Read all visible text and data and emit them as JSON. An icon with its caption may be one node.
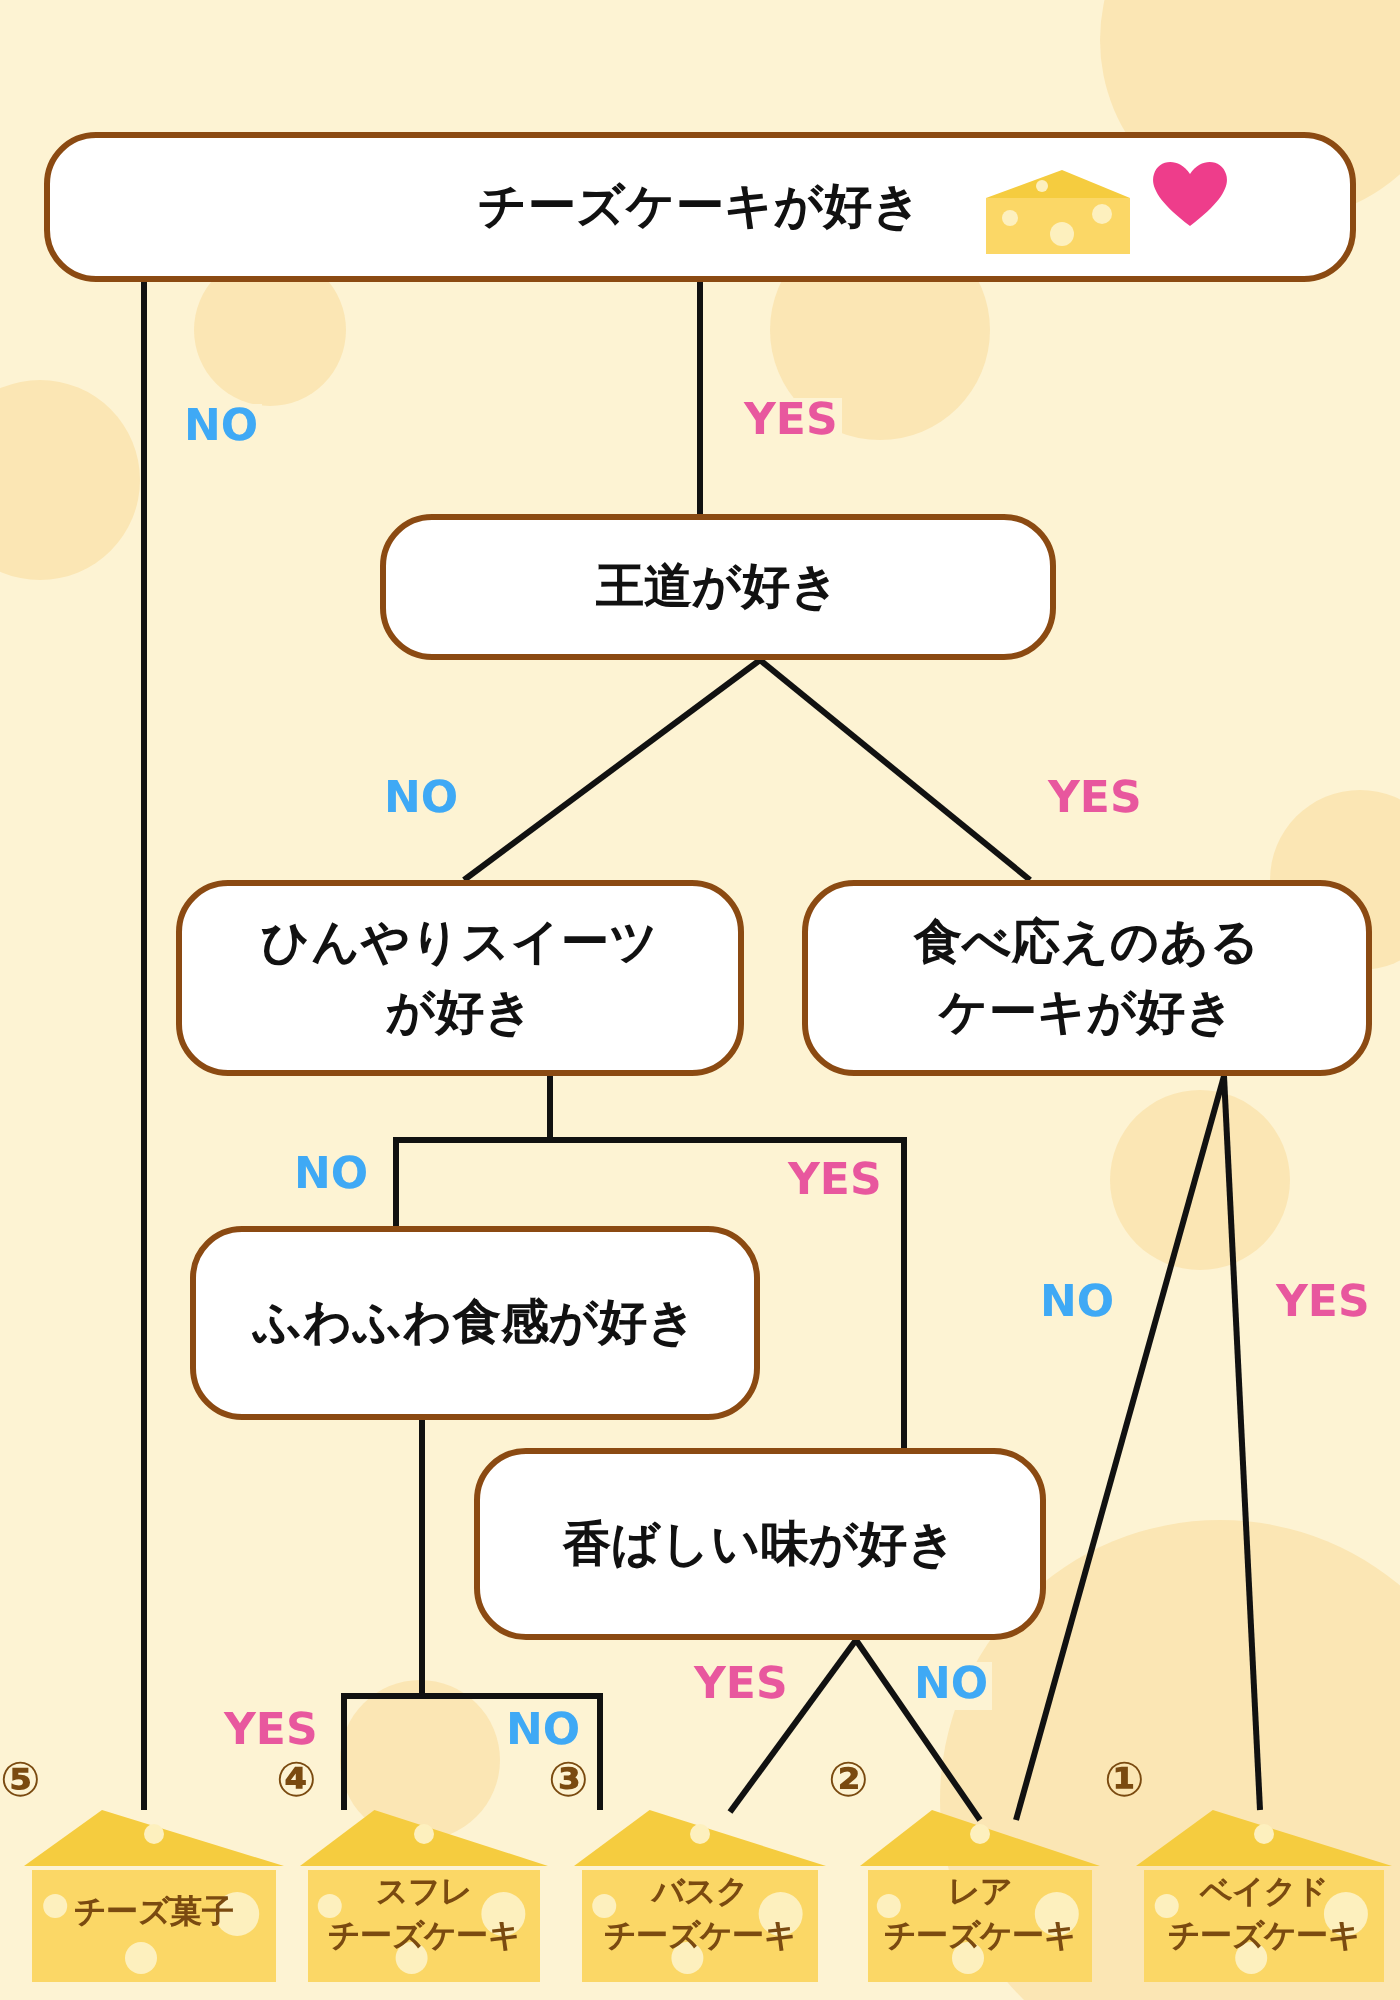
{
  "diagram": {
    "nodes": [
      {
        "text": [
          "チーズケーキが好き"
        ]
      },
      {
        "text": [
          "王道が好き"
        ]
      },
      {
        "text": [
          "ひんやりスイーツが好き"
        ]
      },
      {
        "text": [
          "食べ応えのあるケーキが好き"
        ]
      },
      {
        "text": [
          "ふわふわ食感が好き"
        ]
      },
      {
        "text": [
          "香ばしい味が好き"
        ]
      },
      {
        "text": [
          "チーズ菓子"
        ],
        "beside": [
          "⑤"
        ]
      },
      {
        "text": [
          "スフレ",
          "チーズケーキ"
        ],
        "beside": [
          "④"
        ]
      },
      {
        "text": [
          "バスク",
          "チーズケーキ"
        ],
        "beside": [
          "③"
        ]
      },
      {
        "text": [
          "レア",
          "チーズケーキ"
        ],
        "beside": [
          "②"
        ]
      },
      {
        "text": [
          "ベイクド",
          "チーズケーキ"
        ],
        "beside": [
          "①"
        ]
      }
    ],
    "edges": [
      {
        "from": 0,
        "to": 6,
        "arrow": "none",
        "label": "NO"
      },
      {
        "from": 0,
        "to": 1,
        "arrow": "none",
        "label": "YES"
      },
      {
        "from": 1,
        "to": 2,
        "arrow": "none",
        "label": "NO"
      },
      {
        "from": 1,
        "to": 3,
        "arrow": "none",
        "label": "YES"
      },
      {
        "from": 2,
        "to": 4,
        "arrow": "none",
        "label": "NO"
      },
      {
        "from": 2,
        "to": 5,
        "arrow": "none",
        "label": "YES"
      },
      {
        "from": 4,
        "to": 7,
        "arrow": "none",
        "label": "YES"
      },
      {
        "from": 4,
        "to": 8,
        "arrow": "none",
        "label": "NO"
      },
      {
        "from": 5,
        "to": 8,
        "arrow": "none",
        "label": "YES"
      },
      {
        "from": 5,
        "to": 9,
        "arrow": "none",
        "label": "NO"
      },
      {
        "from": 3,
        "to": 9,
        "arrow": "none",
        "label": "NO"
      },
      {
        "from": 3,
        "to": 10,
        "arrow": "none",
        "label": "YES"
      }
    ]
  }
}
